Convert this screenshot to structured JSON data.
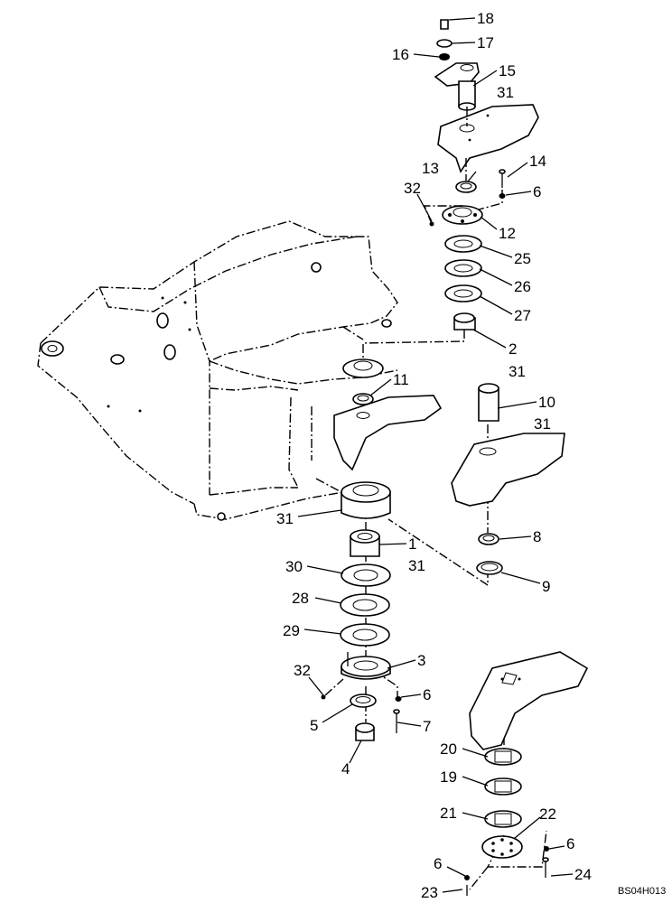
{
  "figure_code": "BS04H013",
  "callouts": [
    "18",
    "17",
    "16",
    "15",
    "31",
    "14",
    "13",
    "6",
    "32",
    "12",
    "25",
    "26",
    "27",
    "2",
    "31",
    "11",
    "10",
    "31",
    "31",
    "1",
    "8",
    "31",
    "30",
    "9",
    "28",
    "29",
    "3",
    "32",
    "6",
    "5",
    "7",
    "4",
    "20",
    "19",
    "21",
    "22",
    "6",
    "6",
    "23",
    "24"
  ]
}
